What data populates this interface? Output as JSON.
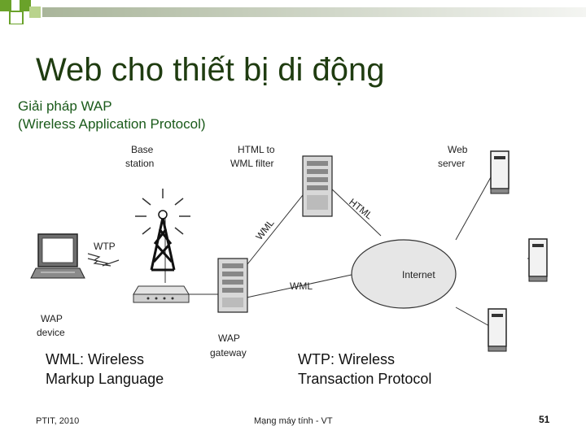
{
  "slide": {
    "title": "Web cho thiết bị di động",
    "subtitle_line1": "Giải pháp WAP",
    "subtitle_line2": "(Wireless Application Protocol)"
  },
  "diagram": {
    "base_station_line1": "Base",
    "base_station_line2": "station",
    "filter_line1": "HTML to",
    "filter_line2": "WML filter",
    "web_server_line1": "Web",
    "web_server_line2": "server",
    "wtp": "WTP",
    "wml_diag": "WML",
    "html_diag": "HTML",
    "wml_horiz": "WML",
    "internet": "Internet",
    "wap_device_line1": "WAP",
    "wap_device_line2": "device",
    "wap_gateway_line1": "WAP",
    "wap_gateway_line2": "gateway"
  },
  "notes": {
    "wml_line1": "WML: Wireless",
    "wml_line2": "Markup Language",
    "wtp_line1": "WTP: Wireless",
    "wtp_line2": "Transaction Protocol"
  },
  "footer": {
    "left": "PTIT, 2010",
    "center": "Mạng máy tính - VT",
    "page": "51"
  },
  "colors": {
    "title": "#1f3c10",
    "accent_green": "#6aa22a",
    "bar_gray": "#cfd4c8"
  }
}
